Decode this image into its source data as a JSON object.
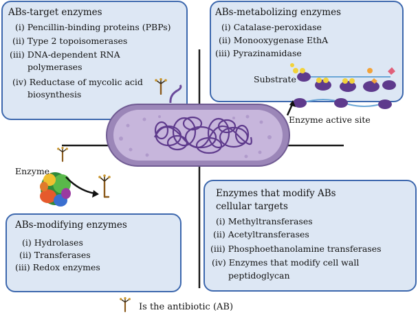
{
  "panels": {
    "target": {
      "title": "ABs-target  enzymes",
      "items": [
        "(i) Pencillin-binding proteins (PBPs)",
        "(ii) Type 2 topoisomerases",
        "(iii) DNA-dependent RNA",
        "polymerases",
        "(iv) Reductase of mycolic acid",
        "biosynthesis"
      ]
    },
    "metabolizing": {
      "title": "ABs-metabolizing enzymes",
      "items": [
        "(i) Catalase-peroxidase",
        "(ii) Monooxygenase EthA",
        "(iii) Pyrazinamidase"
      ]
    },
    "modifying": {
      "title": "ABs-modifying enzymes",
      "items": [
        "(i) Hydrolases",
        "(ii) Transferases",
        "(iii) Redox enzymes"
      ]
    },
    "cellular": {
      "title_lines": [
        "Enzymes that modify ABs",
        "cellular targets"
      ],
      "items": [
        "(i) Methyltransferases",
        "(ii) Acetyltransferases",
        "(iii) Phosphoethanolamine transferases",
        "(iv) Enzymes that modify cell wall",
        "peptidoglycan"
      ]
    }
  },
  "labels": {
    "substrate": "Substrate",
    "enzyme_active_site": "Enzyme active site",
    "enzyme": "Enzyme",
    "legend": "Is the antibiotic (AB)"
  },
  "colors": {
    "panel_fill": "#dde7f4",
    "panel_border": "#3c67ad",
    "bacterium_membrane": "#9b86b8",
    "bacterium_cytoplasm": "#c7b6dc",
    "dna": "#5e3a8c",
    "antibiotic": "#8b5a1b"
  }
}
